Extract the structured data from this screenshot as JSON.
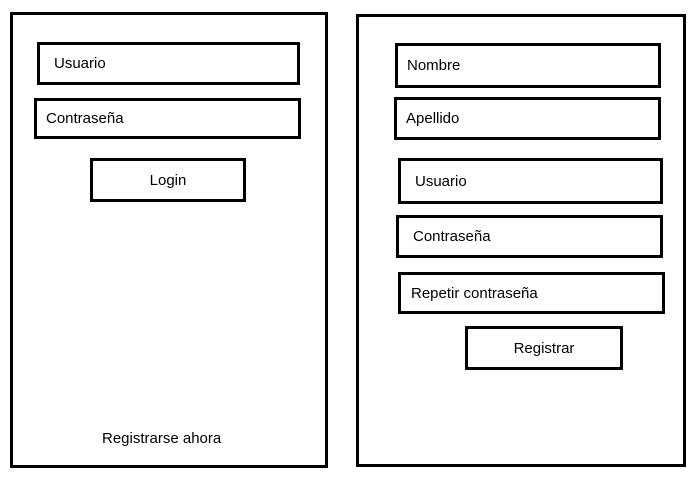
{
  "login": {
    "username_field": "Usuario",
    "password_field": "Contraseña",
    "login_button": "Login",
    "register_link": "Registrarse ahora"
  },
  "register": {
    "first_name_field": "Nombre",
    "last_name_field": "Apellido",
    "username_field": "Usuario",
    "password_field": "Contraseña",
    "repeat_password_field": "Repetir contraseña",
    "register_button": "Registrar"
  }
}
